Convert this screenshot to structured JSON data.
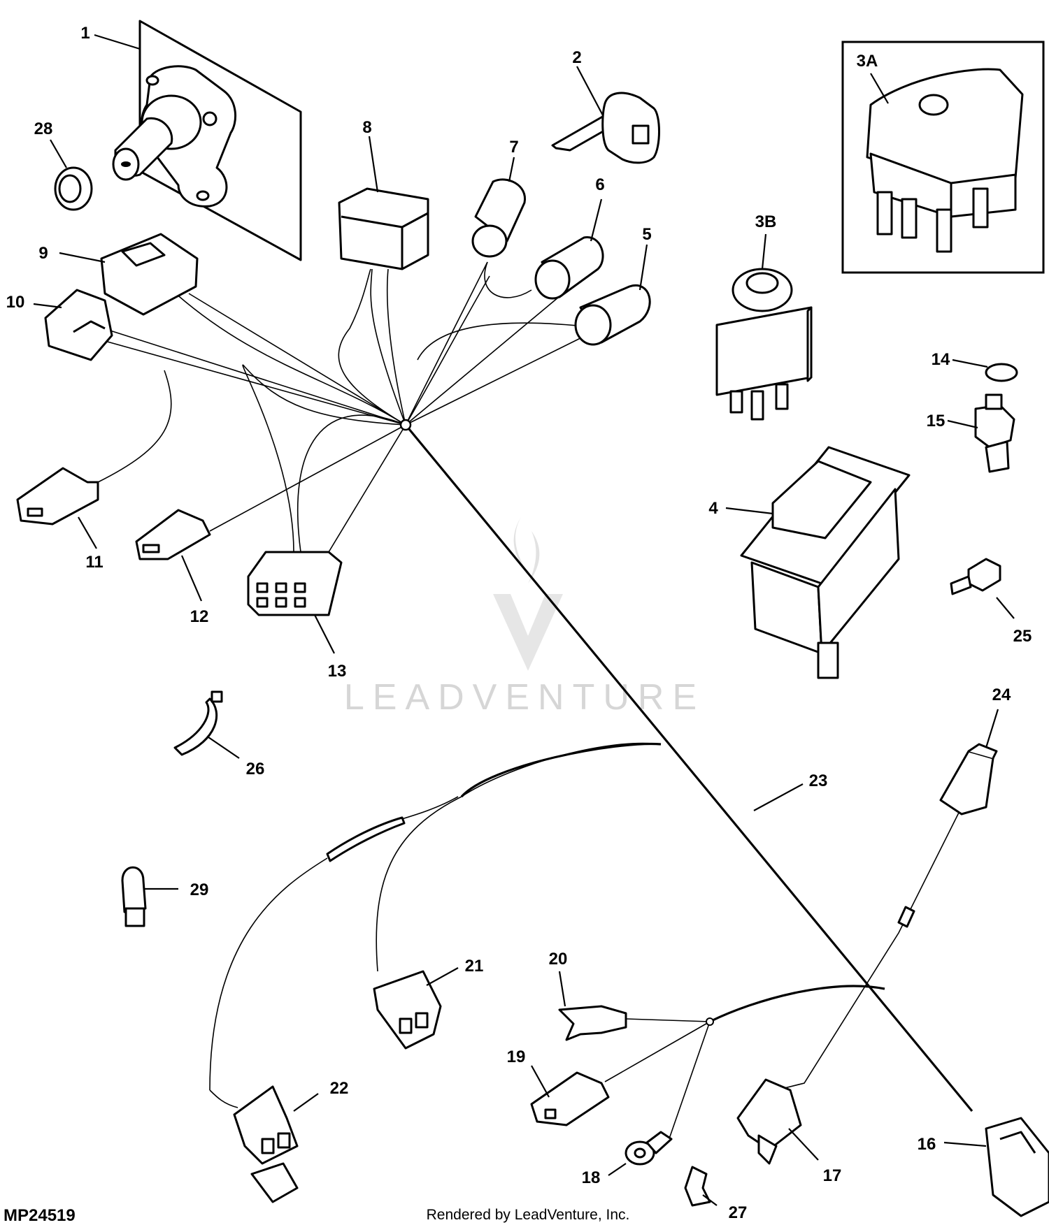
{
  "diagram": {
    "figure_code": "MP24519",
    "credit": "Rendered by LeadVenture, Inc.",
    "watermark": "LEADVENTURE",
    "callouts": {
      "c1": "1",
      "c2": "2",
      "c3A": "3A",
      "c3B": "3B",
      "c4": "4",
      "c5": "5",
      "c6": "6",
      "c7": "7",
      "c8": "8",
      "c9": "9",
      "c10": "10",
      "c11": "11",
      "c12": "12",
      "c13": "13",
      "c14": "14",
      "c15": "15",
      "c16": "16",
      "c17": "17",
      "c18": "18",
      "c19": "19",
      "c20": "20",
      "c21": "21",
      "c22": "22",
      "c23": "23",
      "c24": "24",
      "c25": "25",
      "c26": "26",
      "c27": "27",
      "c28": "28",
      "c29": "29"
    }
  }
}
